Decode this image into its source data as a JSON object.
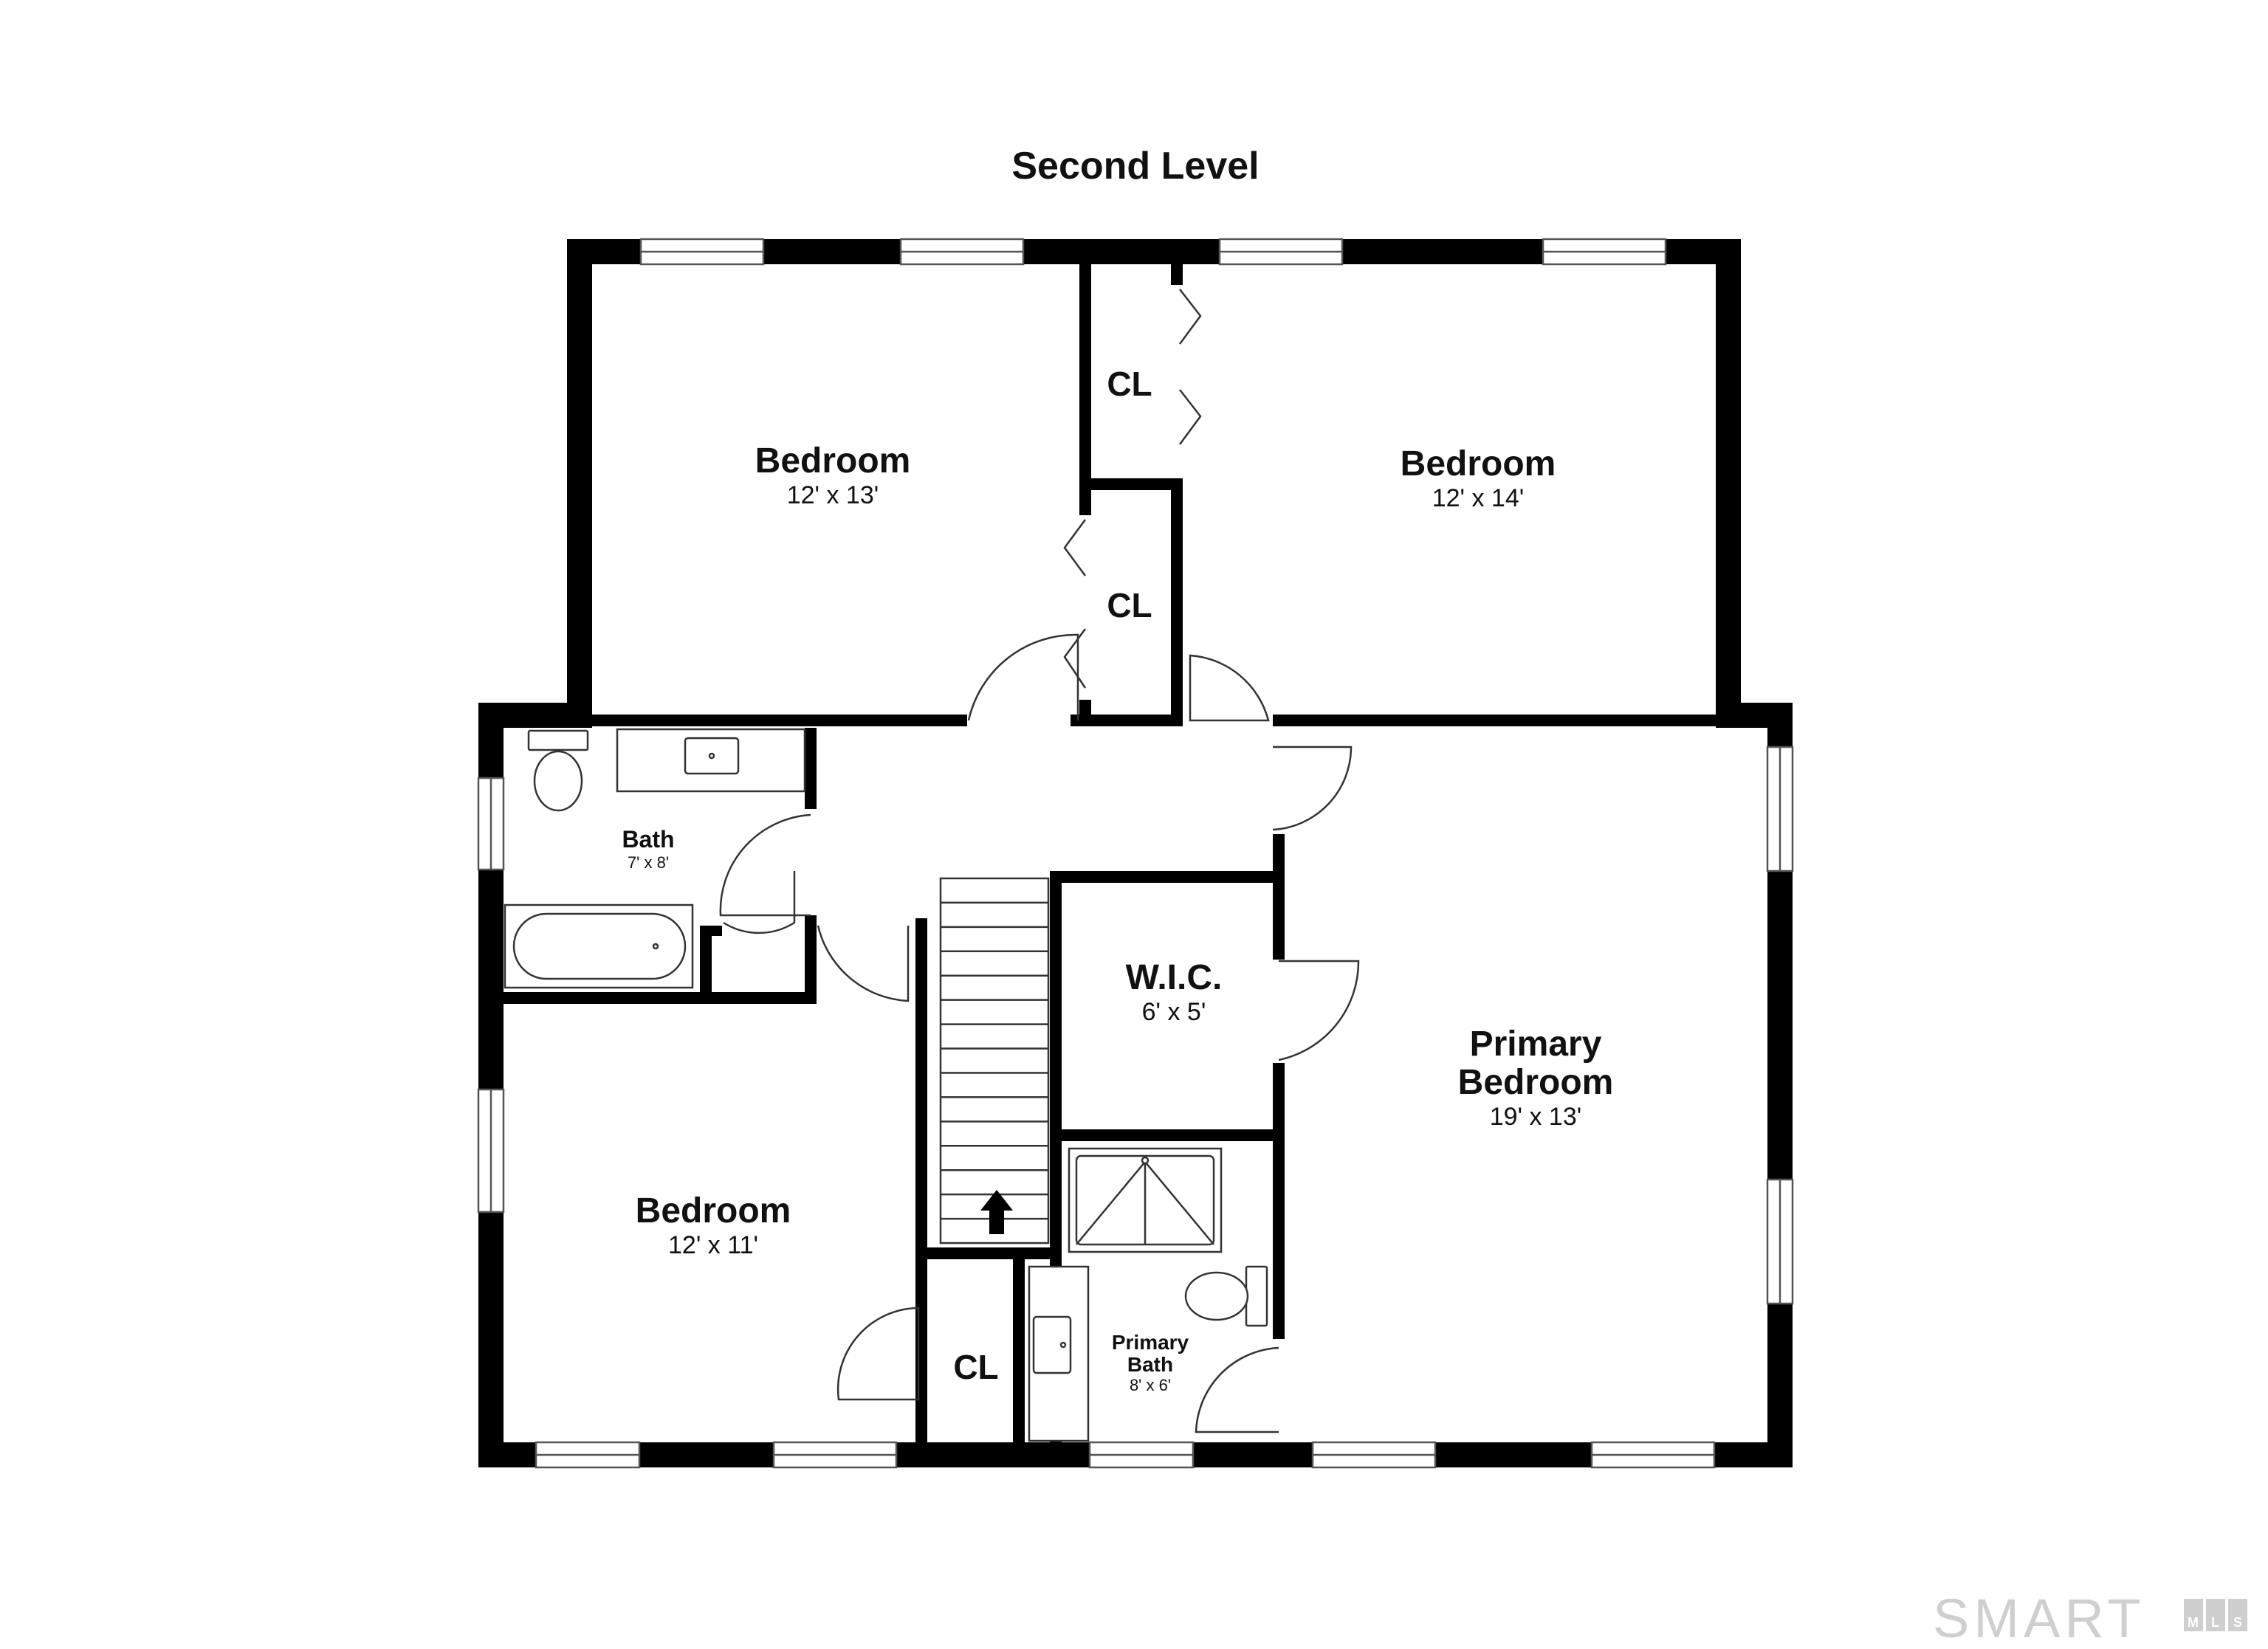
{
  "title": "Second Level",
  "rooms": {
    "bedroom_nw": {
      "name": "Bedroom",
      "dims": "12' x 13'"
    },
    "bedroom_ne": {
      "name": "Bedroom",
      "dims": "12' x 14'"
    },
    "bath": {
      "name": "Bath",
      "dims": "7' x 8'"
    },
    "wic": {
      "name": "W.I.C.",
      "dims": "6' x 5'"
    },
    "primary_bedroom": {
      "name_line1": "Primary",
      "name_line2": "Bedroom",
      "dims": "19' x 13'"
    },
    "bedroom_sw": {
      "name": "Bedroom",
      "dims": "12' x 11'"
    },
    "primary_bath": {
      "name_line1": "Primary",
      "name_line2": "Bath",
      "dims": "8' x 6'"
    },
    "closet_label": "CL"
  },
  "logo": {
    "text": "SMART",
    "suffix_letters": [
      "M",
      "L",
      "S"
    ]
  },
  "colors": {
    "wall": "#000000",
    "fixture_stroke": "#333333",
    "logo": "#cfcfcf"
  }
}
